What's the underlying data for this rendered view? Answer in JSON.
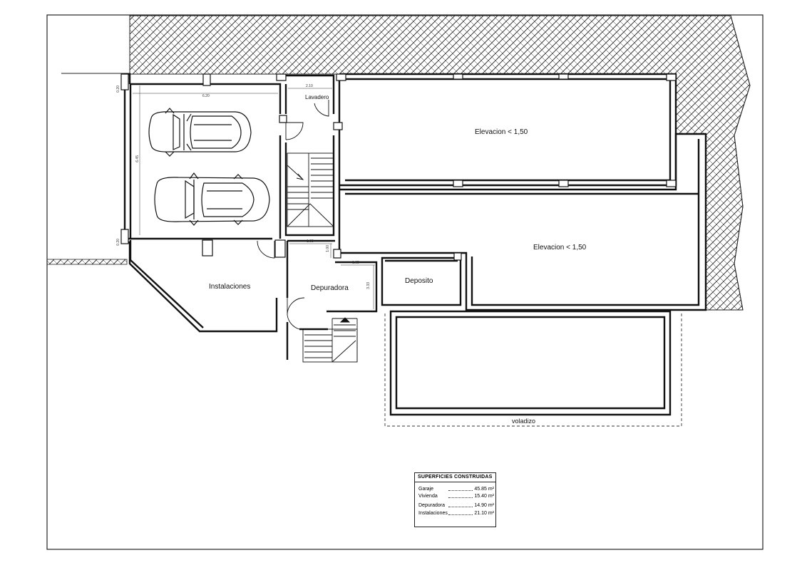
{
  "rooms": {
    "lavadero": "Lavadero",
    "elevacion_upper": "Elevacion < 1,50",
    "elevacion_lower": "Elevacion < 1,50",
    "instalaciones": "Instalaciones",
    "depuradora": "Depuradora",
    "deposito": "Deposito",
    "voladizo": "voladizo"
  },
  "dimensions": {
    "garage_width": "6.20",
    "garage_depth": "6.45",
    "lavadero_width": "2.10",
    "stair_width": "1.65",
    "depuradora_width": "1.65",
    "depuradora_depth": "3.33",
    "small_a": "1.00",
    "wall_left_top": "0.20",
    "wall_left_bottom": "0.20"
  },
  "legend": {
    "title": "SUPERFICIES CONSTRUIDAS",
    "rows": [
      {
        "name": "Garaje",
        "value": "45.85 m²"
      },
      {
        "name": "Vivienda",
        "value": "15.40 m²"
      },
      {
        "name": "Depuradora",
        "value": "14.90 m²"
      },
      {
        "name": "Instalaciones",
        "value": "21.10 m²"
      }
    ]
  }
}
